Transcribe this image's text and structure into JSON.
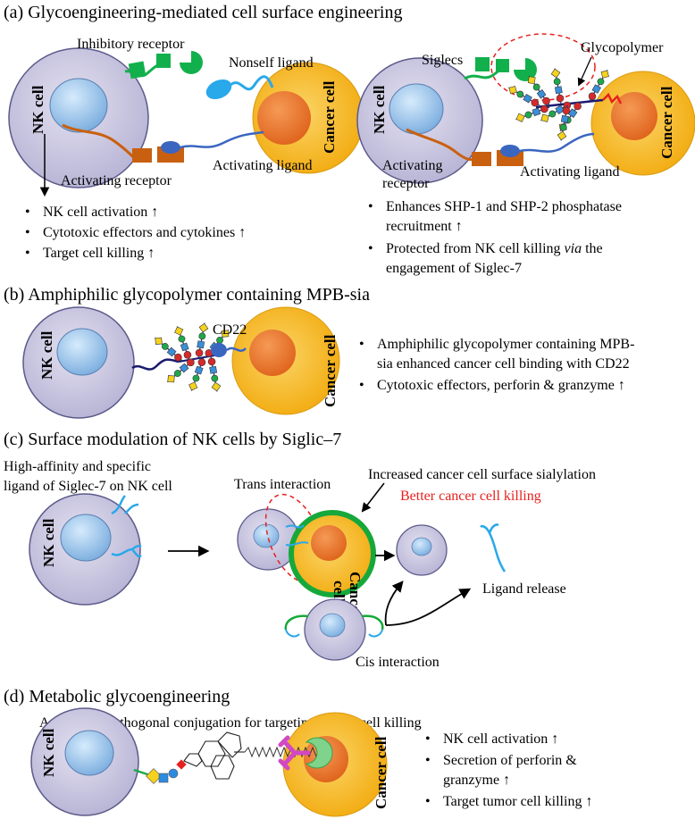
{
  "panels": {
    "a": {
      "heading": "(a) Glycoengineering-mediated cell surface engineering",
      "left": {
        "nk_cell": "NK cell",
        "cancer_cell": "Cancer cell",
        "inhibitory_receptor": "Inhibitory receptor",
        "nonself_ligand": "Nonself ligand",
        "activating_ligand": "Activating ligand",
        "activating_receptor": "Activating receptor",
        "bullets": [
          "NK cell activation ↑",
          "Cytotoxic effectors and cytokines ↑",
          "Target cell killing ↑"
        ]
      },
      "right": {
        "nk_cell": "NK cell",
        "cancer_cell": "Cancer cell",
        "siglecs": "Siglecs",
        "glycopolymer": "Glycopolymer",
        "activating_receptor_1": "Activating",
        "activating_receptor_2": "receptor",
        "activating_ligand": "Activating ligand",
        "bullet1_line1": "Enhances SHP-1 and SHP-2 phosphatase",
        "bullet1_line2": "recruitment  ↑",
        "bullet2_line1_pre": "Protected from NK cell killing ",
        "bullet2_line1_em": "via",
        "bullet2_line1_post": " the",
        "bullet2_line2": "engagement of Siglec-7"
      }
    },
    "b": {
      "heading": "(b) Amphiphilic glycopolymer containing MPB-sia",
      "nk_cell": "NK cell",
      "cancer_cell": "Cancer cell",
      "cd22": "CD22",
      "bullet1_line1": "Amphiphilic glycopolymer containing MPB-",
      "bullet1_line2": "sia enhanced cancer cell binding with CD22",
      "bullet2": "Cytotoxic effectors, perforin & granzyme ↑"
    },
    "c": {
      "heading": "(c) Surface modulation of NK cells by Siglic–7",
      "desc_line1": "High-affinity and specific",
      "desc_line2": "ligand of Siglec-7 on NK cell",
      "nk_cell": "NK cell",
      "cancer_cell_line1": "Cancer",
      "cancer_cell_line2": "cell",
      "trans_interaction": "Trans interaction",
      "increased_sialylation": "Increased cancer cell surface sialylation",
      "better_killing": "Better cancer cell killing",
      "ligand_release": "Ligand release",
      "cis_interaction": "Cis interaction"
    },
    "d": {
      "heading": "(d) Metabolic glycoengineering",
      "subtitle": "Antibody biorthogonal conjugation for targeting cancer cell killing",
      "nk_cell": "NK cell",
      "cancer_cell": "Cancer cell",
      "bullet1": "NK cell activation ↑",
      "bullet2_line1": "Secretion of perforin &",
      "bullet2_line2": "granzyme ↑",
      "bullet3": "Target tumor cell killing ↑"
    }
  },
  "colors": {
    "nk_body": "#c9c6e0",
    "nucleus": "#9cc3ea",
    "cancer_body": "#f7bd2a",
    "cancer_nucleus": "#ec7a34",
    "receptor_green": "#12b04c",
    "activating_orange": "#c9600f",
    "ligand_blue": "#3a66c0",
    "siglec_ring": "#16a83a",
    "highlight_red": "#e8201e"
  }
}
